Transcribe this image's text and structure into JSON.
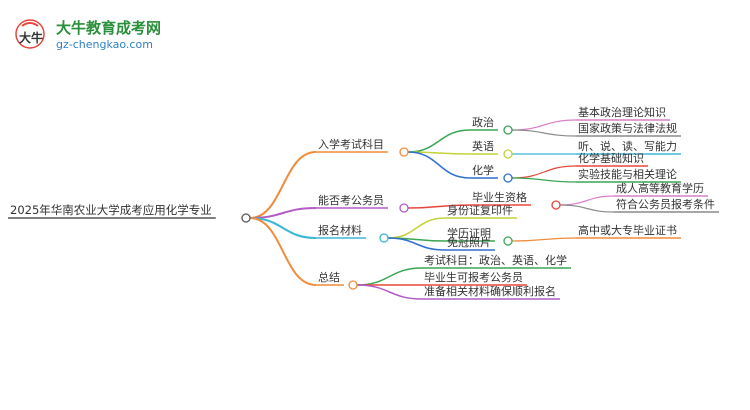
{
  "logo": {
    "title": "大牛教育成考网",
    "url_text": "gz-chengkao.com",
    "mark": "大牛"
  },
  "mindmap": {
    "root": "2025年华南农业大学成考应用化学专业",
    "branches": [
      {
        "label": "入学考试科目",
        "color": "#f08c3b",
        "children": [
          {
            "label": "政治",
            "color": "#3aa653",
            "children": [
              {
                "label": "基本政治理论知识",
                "color": "#d97fc8"
              },
              {
                "label": "国家政策与法律法规",
                "color": "#8a8a8a"
              }
            ]
          },
          {
            "label": "英语",
            "color": "#c5d23a",
            "children": [
              {
                "label": "听、说、读、写能力",
                "color": "#3bb7d6"
              }
            ]
          },
          {
            "label": "化学",
            "color": "#2f6fd0",
            "children": [
              {
                "label": "化学基础知识",
                "color": "#e8463c"
              },
              {
                "label": "实验技能与相关理论",
                "color": "#3aa653"
              }
            ]
          }
        ]
      },
      {
        "label": "能否考公务员",
        "color": "#b25bc6",
        "children": [
          {
            "label": "毕业生资格",
            "color": "#e8463c",
            "children": [
              {
                "label": "成人高等教育学历",
                "color": "#d97fc8"
              },
              {
                "label": "符合公务员报考条件",
                "color": "#8a8a8a"
              }
            ]
          }
        ]
      },
      {
        "label": "报名材料",
        "color": "#3bb7d6",
        "children": [
          {
            "label": "身份证复印件",
            "color": "#c5d23a",
            "children": []
          },
          {
            "label": "学历证明",
            "color": "#3aa653",
            "children": [
              {
                "label": "高中或大专毕业证书",
                "color": "#f08c3b"
              }
            ]
          },
          {
            "label": "免冠照片",
            "color": "#2f6fd0",
            "children": []
          }
        ]
      },
      {
        "label": "总结",
        "color": "#f08c3b",
        "children": [
          {
            "label": "考试科目：政治、英语、化学",
            "color": "#3aa653",
            "children": []
          },
          {
            "label": "毕业生可报考公务员",
            "color": "#e8463c",
            "children": []
          },
          {
            "label": "准备相关材料确保顺利报名",
            "color": "#b25bc6",
            "children": []
          }
        ]
      }
    ]
  }
}
